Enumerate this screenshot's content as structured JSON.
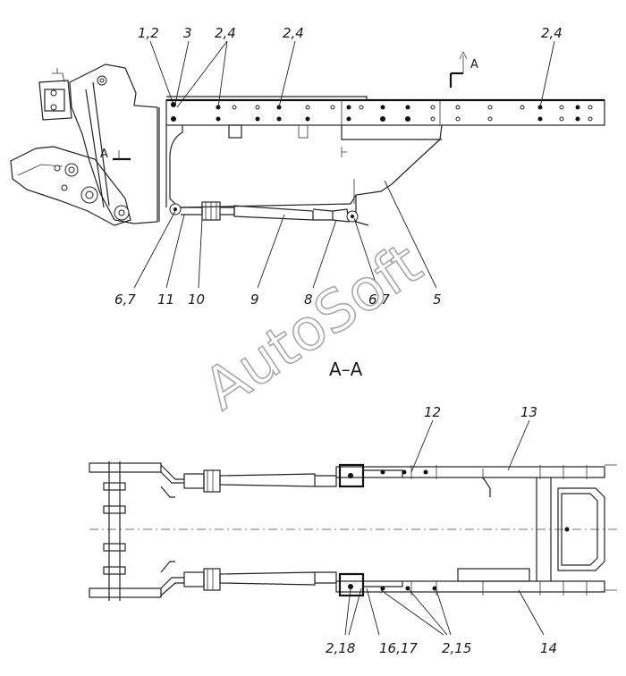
{
  "watermark": "AutoSoft",
  "section_mark": {
    "letter": "A"
  },
  "section_title": "A–A",
  "top_view_labels": {
    "l_1_2": "1,2",
    "l_3": "3",
    "l_2_4_a": "2,4",
    "l_2_4_b": "2,4",
    "l_2_4_c": "2,4",
    "l_6_7_a": "6,7",
    "l_11": "11",
    "l_10": "10",
    "l_9": "9",
    "l_8": "8",
    "l_6_7_b": "6,7",
    "l_5": "5"
  },
  "section_view_labels": {
    "l_12": "12",
    "l_13": "13",
    "l_2_18": "2,18",
    "l_16_17": "16,17",
    "l_2_15": "2,15",
    "l_14": "14"
  }
}
